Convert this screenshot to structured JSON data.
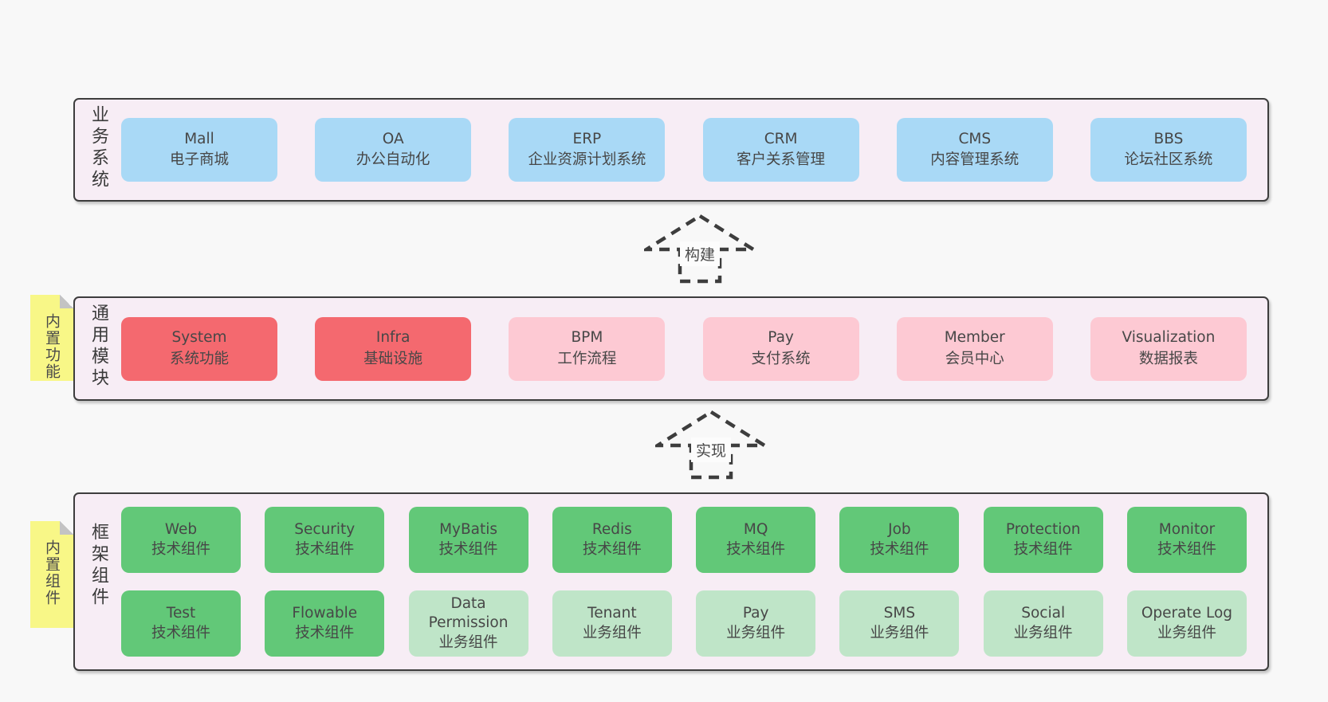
{
  "colors": {
    "page_background": "#f8f8f8",
    "container_background": "#f7edf5",
    "container_border": "#3d3d3d",
    "blue_box": "#a9d9f6",
    "red_box": "#f4696f",
    "pink_box": "#fdc9d3",
    "green_box": "#62c878",
    "light_green_box": "#bfe5c8",
    "sticky_yellow": "#f8f787",
    "sticky_fold_gray": "#c3c3c3",
    "text": "#474747"
  },
  "arrows": [
    {
      "label": "构建"
    },
    {
      "label": "实现"
    }
  ],
  "sections": [
    {
      "id": "business",
      "label": "业务系统",
      "boxes": [
        {
          "title": "Mall",
          "subtitle": "电子商城"
        },
        {
          "title": "OA",
          "subtitle": "办公自动化"
        },
        {
          "title": "ERP",
          "subtitle": "企业资源计划系统"
        },
        {
          "title": "CRM",
          "subtitle": "客户关系管理"
        },
        {
          "title": "CMS",
          "subtitle": "内容管理系统"
        },
        {
          "title": "BBS",
          "subtitle": "论坛社区系统"
        }
      ]
    },
    {
      "id": "modules",
      "label": "通用模块",
      "sticky": "内置功能",
      "boxes": [
        {
          "title": "System",
          "subtitle": "系统功能"
        },
        {
          "title": "Infra",
          "subtitle": "基础设施"
        },
        {
          "title": "BPM",
          "subtitle": "工作流程"
        },
        {
          "title": "Pay",
          "subtitle": "支付系统"
        },
        {
          "title": "Member",
          "subtitle": "会员中心"
        },
        {
          "title": "Visualization",
          "subtitle": "数据报表"
        }
      ]
    },
    {
      "id": "components",
      "label": "框架组件",
      "sticky": "内置组件",
      "rows": [
        [
          {
            "title": "Web",
            "subtitle": "技术组件"
          },
          {
            "title": "Security",
            "subtitle": "技术组件"
          },
          {
            "title": "MyBatis",
            "subtitle": "技术组件"
          },
          {
            "title": "Redis",
            "subtitle": "技术组件"
          },
          {
            "title": "MQ",
            "subtitle": "技术组件"
          },
          {
            "title": "Job",
            "subtitle": "技术组件"
          },
          {
            "title": "Protection",
            "subtitle": "技术组件"
          },
          {
            "title": "Monitor",
            "subtitle": "技术组件"
          }
        ],
        [
          {
            "title": "Test",
            "subtitle": "技术组件"
          },
          {
            "title": "Flowable",
            "subtitle": "技术组件"
          },
          {
            "title": "Data Permission",
            "subtitle": "业务组件"
          },
          {
            "title": "Tenant",
            "subtitle": "业务组件"
          },
          {
            "title": "Pay",
            "subtitle": "业务组件"
          },
          {
            "title": "SMS",
            "subtitle": "业务组件"
          },
          {
            "title": "Social",
            "subtitle": "业务组件"
          },
          {
            "title": "Operate Log",
            "subtitle": "业务组件"
          }
        ]
      ]
    }
  ]
}
